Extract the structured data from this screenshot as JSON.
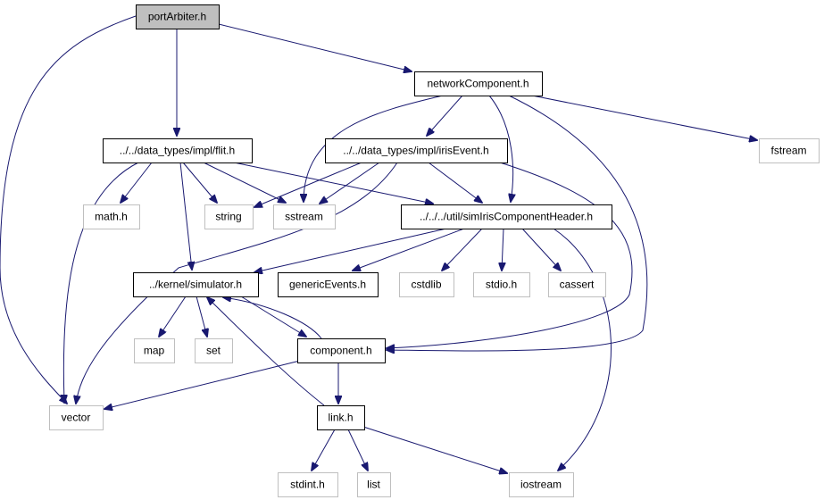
{
  "diagram": {
    "nodes": [
      {
        "id": "portArbiter",
        "label": "portArbiter.h",
        "kind": "root"
      },
      {
        "id": "networkComponent",
        "label": "networkComponent.h",
        "kind": "file"
      },
      {
        "id": "flit",
        "label": "../../data_types/impl/flit.h",
        "kind": "file"
      },
      {
        "id": "irisEvent",
        "label": "../../data_types/impl/irisEvent.h",
        "kind": "file"
      },
      {
        "id": "fstream",
        "label": "fstream",
        "kind": "system"
      },
      {
        "id": "math",
        "label": "math.h",
        "kind": "system"
      },
      {
        "id": "string",
        "label": "string",
        "kind": "system"
      },
      {
        "id": "sstream",
        "label": "sstream",
        "kind": "system"
      },
      {
        "id": "simIris",
        "label": "../../../util/simIrisComponentHeader.h",
        "kind": "file"
      },
      {
        "id": "simulator",
        "label": "../kernel/simulator.h",
        "kind": "file"
      },
      {
        "id": "genericEvents",
        "label": "genericEvents.h",
        "kind": "file"
      },
      {
        "id": "cstdlib",
        "label": "cstdlib",
        "kind": "system"
      },
      {
        "id": "stdio",
        "label": "stdio.h",
        "kind": "system"
      },
      {
        "id": "cassert",
        "label": "cassert",
        "kind": "system"
      },
      {
        "id": "map",
        "label": "map",
        "kind": "system"
      },
      {
        "id": "set",
        "label": "set",
        "kind": "system"
      },
      {
        "id": "component",
        "label": "component.h",
        "kind": "file"
      },
      {
        "id": "vector",
        "label": "vector",
        "kind": "system"
      },
      {
        "id": "link",
        "label": "link.h",
        "kind": "file"
      },
      {
        "id": "stdint",
        "label": "stdint.h",
        "kind": "system"
      },
      {
        "id": "list",
        "label": "list",
        "kind": "system"
      },
      {
        "id": "iostream",
        "label": "iostream",
        "kind": "system"
      }
    ],
    "edges": [
      {
        "from": "portArbiter",
        "to": "flit"
      },
      {
        "from": "portArbiter",
        "to": "networkComponent"
      },
      {
        "from": "portArbiter",
        "to": "vector"
      },
      {
        "from": "networkComponent",
        "to": "irisEvent"
      },
      {
        "from": "networkComponent",
        "to": "sstream"
      },
      {
        "from": "networkComponent",
        "to": "simIris"
      },
      {
        "from": "networkComponent",
        "to": "fstream"
      },
      {
        "from": "networkComponent",
        "to": "component"
      },
      {
        "from": "flit",
        "to": "math"
      },
      {
        "from": "flit",
        "to": "string"
      },
      {
        "from": "flit",
        "to": "sstream"
      },
      {
        "from": "flit",
        "to": "simIris"
      },
      {
        "from": "flit",
        "to": "simulator"
      },
      {
        "from": "flit",
        "to": "vector"
      },
      {
        "from": "irisEvent",
        "to": "string"
      },
      {
        "from": "irisEvent",
        "to": "sstream"
      },
      {
        "from": "irisEvent",
        "to": "simIris"
      },
      {
        "from": "irisEvent",
        "to": "vector"
      },
      {
        "from": "irisEvent",
        "to": "component"
      },
      {
        "from": "simIris",
        "to": "simulator"
      },
      {
        "from": "simIris",
        "to": "genericEvents"
      },
      {
        "from": "simIris",
        "to": "cstdlib"
      },
      {
        "from": "simIris",
        "to": "stdio"
      },
      {
        "from": "simIris",
        "to": "cassert"
      },
      {
        "from": "simIris",
        "to": "iostream"
      },
      {
        "from": "simulator",
        "to": "map"
      },
      {
        "from": "simulator",
        "to": "set"
      },
      {
        "from": "simulator",
        "to": "component"
      },
      {
        "from": "component",
        "to": "simulator"
      },
      {
        "from": "component",
        "to": "vector"
      },
      {
        "from": "component",
        "to": "link"
      },
      {
        "from": "link",
        "to": "simulator"
      },
      {
        "from": "link",
        "to": "stdint"
      },
      {
        "from": "link",
        "to": "list"
      },
      {
        "from": "link",
        "to": "iostream"
      }
    ]
  }
}
